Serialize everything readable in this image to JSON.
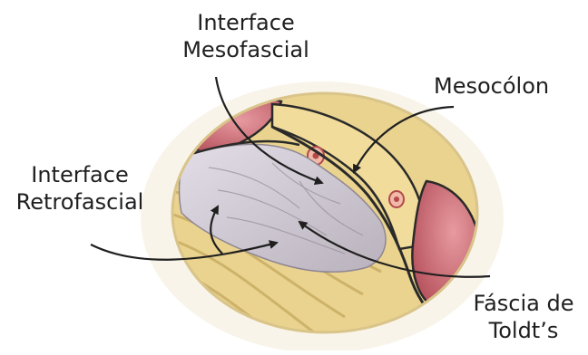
{
  "labels": {
    "interface_mesofascial": [
      "Interface",
      "Mesofascial"
    ],
    "mesocolon": "Mesocólon",
    "interface_retrofascial": [
      "Interface",
      "Retrofascial"
    ],
    "fascia_toldt": [
      "Fáscia de",
      "Toldt’s"
    ]
  },
  "colors": {
    "background": "#ffffff",
    "fat_yellow": "#e9d28e",
    "fat_light": "#f3e4b4",
    "membrane_gray": "#c9c3cc",
    "colon_red": "#c8616c",
    "outline": "#2a2a2a",
    "arrow": "#1f1f1f"
  }
}
